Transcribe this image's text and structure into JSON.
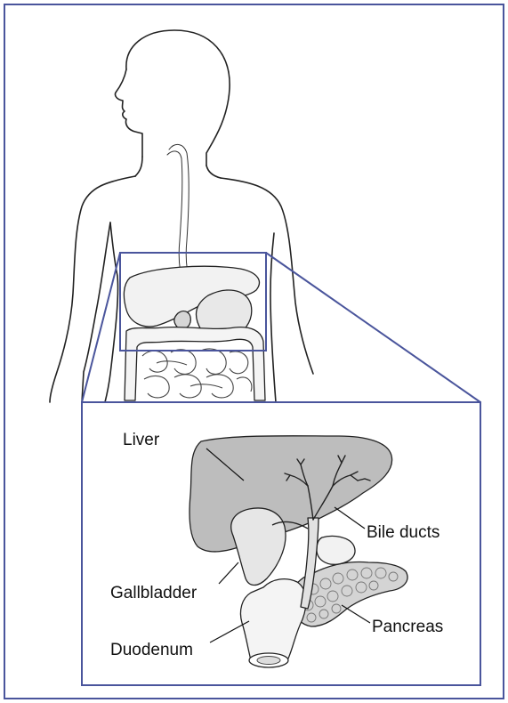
{
  "colors": {
    "frame": "#4a559c",
    "organ_fill": "#bdbdbd",
    "organ_light": "#f2f2f2",
    "gallbladder_fill": "#e6e6e6",
    "outline": "#222222"
  },
  "labels": {
    "liver": "Liver",
    "bile_ducts": "Bile ducts",
    "gallbladder": "Gallbladder",
    "pancreas": "Pancreas",
    "duodenum": "Duodenum"
  }
}
